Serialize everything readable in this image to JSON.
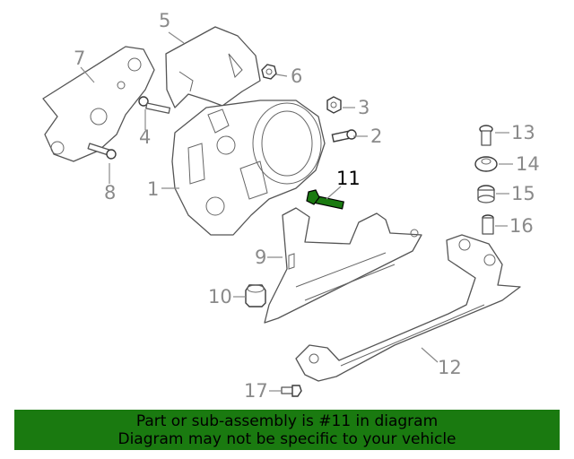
{
  "diagram": {
    "callouts": [
      {
        "id": "1",
        "label": "1",
        "highlight": false
      },
      {
        "id": "2",
        "label": "2",
        "highlight": false
      },
      {
        "id": "3",
        "label": "3",
        "highlight": false
      },
      {
        "id": "4",
        "label": "4",
        "highlight": false
      },
      {
        "id": "5",
        "label": "5",
        "highlight": false
      },
      {
        "id": "6",
        "label": "6",
        "highlight": false
      },
      {
        "id": "7",
        "label": "7",
        "highlight": false
      },
      {
        "id": "8",
        "label": "8",
        "highlight": false
      },
      {
        "id": "9",
        "label": "9",
        "highlight": false
      },
      {
        "id": "10",
        "label": "10",
        "highlight": false
      },
      {
        "id": "11",
        "label": "11",
        "highlight": true
      },
      {
        "id": "12",
        "label": "12",
        "highlight": false
      },
      {
        "id": "13",
        "label": "13",
        "highlight": false
      },
      {
        "id": "14",
        "label": "14",
        "highlight": false
      },
      {
        "id": "15",
        "label": "15",
        "highlight": false
      },
      {
        "id": "16",
        "label": "16",
        "highlight": false
      },
      {
        "id": "17",
        "label": "17",
        "highlight": false
      }
    ],
    "highlight_color": "#1a7a10"
  },
  "banner": {
    "line1": "Part or sub-assembly is #11 in diagram",
    "line2": "Diagram may not be specific to your vehicle",
    "background": "#1a7a10"
  }
}
